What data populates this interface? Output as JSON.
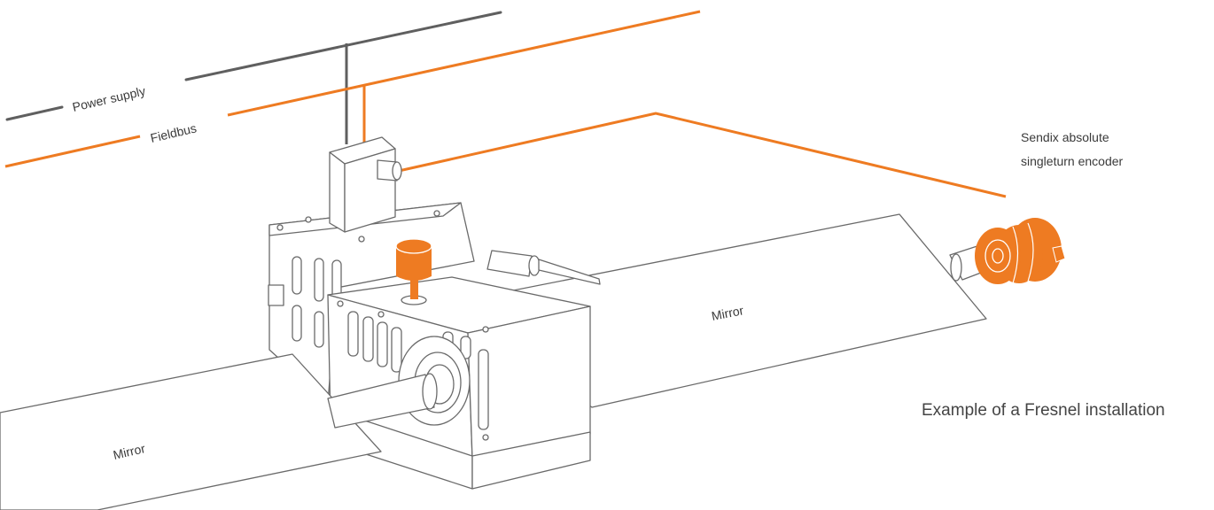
{
  "labels": {
    "power_supply": "Power supply",
    "fieldbus": "Fieldbus",
    "encoder_line1": "Sendix absolute",
    "encoder_line2": "singleturn encoder",
    "mirror_right": "Mirror",
    "mirror_left": "Mirror",
    "caption": "Example of a Fresnel installation"
  },
  "colors": {
    "accent_orange": "#ee7b22",
    "cable_grey": "#5f5f5f",
    "outline": "#6a6a6a"
  }
}
